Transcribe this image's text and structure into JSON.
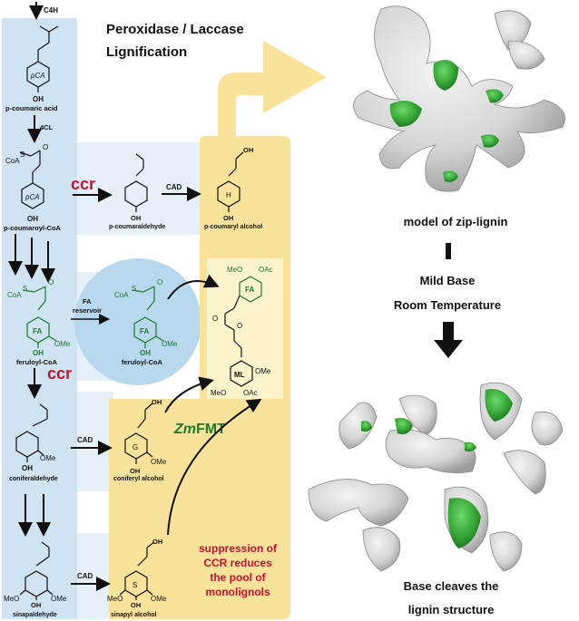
{
  "title_lines": [
    "Peroxidase / Laccase",
    "Lignification"
  ],
  "enzymes": {
    "c4h": "C4H",
    "4cl": "4CL",
    "ccr_top": "ccr",
    "ccr_mid": "ccr",
    "cad_top": "CAD",
    "cad_mid": "CAD",
    "cad_bot": "CAD",
    "fa_reservoir": [
      "FA",
      "reservoir"
    ],
    "zmfmt_italic": "Zm",
    "zmfmt_rest": "FMT"
  },
  "compounds": {
    "p_coumaric_acid": "p-coumaric acid",
    "p_coumaroyl_coa": "p-coumaroyl-CoA",
    "p_coumaraldehyde": "p-coumaraldehyde",
    "p_coumaryl_alcohol": "p-coumaryl alcohol",
    "feruloyl_coa_left": "feruloyl-CoA",
    "feruloyl_coa_right": "feruloyl-CoA",
    "coniferaldehyde": "coniferaldehyde",
    "coniferyl_alcohol": "coniferyl alcohol",
    "sinapaldehyde": "sinapaldehyde",
    "sinapyl_alcohol": "sinapyl alcohol"
  },
  "ring_labels": {
    "pca": "pCA",
    "fa": "FA",
    "h": "H",
    "g": "G",
    "s": "S",
    "ml": "ML"
  },
  "groups": {
    "oh": "OH",
    "ome": "OMe",
    "meo": "MeO",
    "oac": "OAc",
    "coa": "CoA",
    "o": "O",
    "s": "S"
  },
  "suppression_note": [
    "suppression of",
    "CCR reduces",
    "the pool of",
    "monolignols"
  ],
  "model_label": "model of zip-lignin",
  "conditions": [
    "Mild Base",
    "Room Temperature"
  ],
  "cleave_label": [
    "Base cleaves the",
    "lignin structure"
  ],
  "colors": {
    "blue_panel": "#cfe3f3",
    "blue_light": "#e6f0f8",
    "yellow_panel": "#f9e39a",
    "yellow_light": "#fbecb8",
    "fa_green": "#1d7a2c",
    "red_text": "#c8102e",
    "surface_green": "#3cb23c"
  }
}
